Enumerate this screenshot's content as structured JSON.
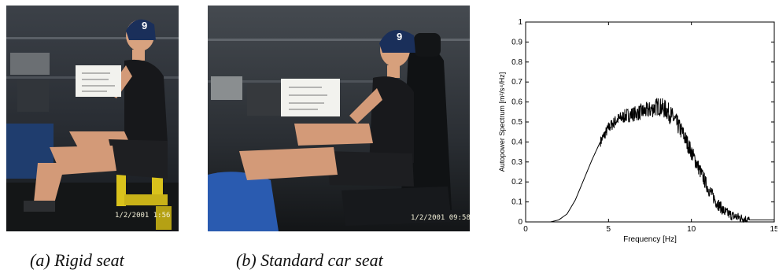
{
  "figure": {
    "photo_a": {
      "caption": "(a) Rigid seat",
      "timestamp": "1/2/2001 1:56",
      "helmet_number": "9"
    },
    "photo_b": {
      "caption": "(b) Standard car seat",
      "timestamp": "1/2/2001 09:58",
      "helmet_number": "9"
    }
  },
  "chart_data": {
    "type": "line",
    "title": "",
    "xlabel": "Frequency [Hz]",
    "ylabel": "Autopower Spectrum [m²/s⁴/Hz]",
    "xlim": [
      0,
      15
    ],
    "ylim": [
      0,
      1
    ],
    "xticks": [
      "0",
      "5",
      "10",
      "15"
    ],
    "yticks": [
      "0",
      "0.1",
      "0.2",
      "0.3",
      "0.4",
      "0.5",
      "0.6",
      "0.7",
      "0.8",
      "0.9",
      "1"
    ],
    "grid": false,
    "line_color": "#000000",
    "series": [
      {
        "x": [
          0,
          1.5,
          2.0,
          2.5,
          3.0,
          3.5,
          4.0,
          4.5,
          5.0,
          5.5,
          6.0,
          6.5,
          7.0,
          7.5,
          8.0,
          8.5,
          9.0,
          9.5,
          10.0,
          10.5,
          11.0,
          11.5,
          12.0,
          12.5,
          13.0,
          13.5,
          14.0,
          15.0
        ],
        "y": [
          0,
          0.0,
          0.01,
          0.04,
          0.11,
          0.21,
          0.31,
          0.4,
          0.47,
          0.51,
          0.53,
          0.54,
          0.55,
          0.56,
          0.58,
          0.56,
          0.51,
          0.44,
          0.35,
          0.26,
          0.17,
          0.1,
          0.05,
          0.03,
          0.02,
          0.01,
          0.01,
          0.01
        ]
      }
    ]
  }
}
